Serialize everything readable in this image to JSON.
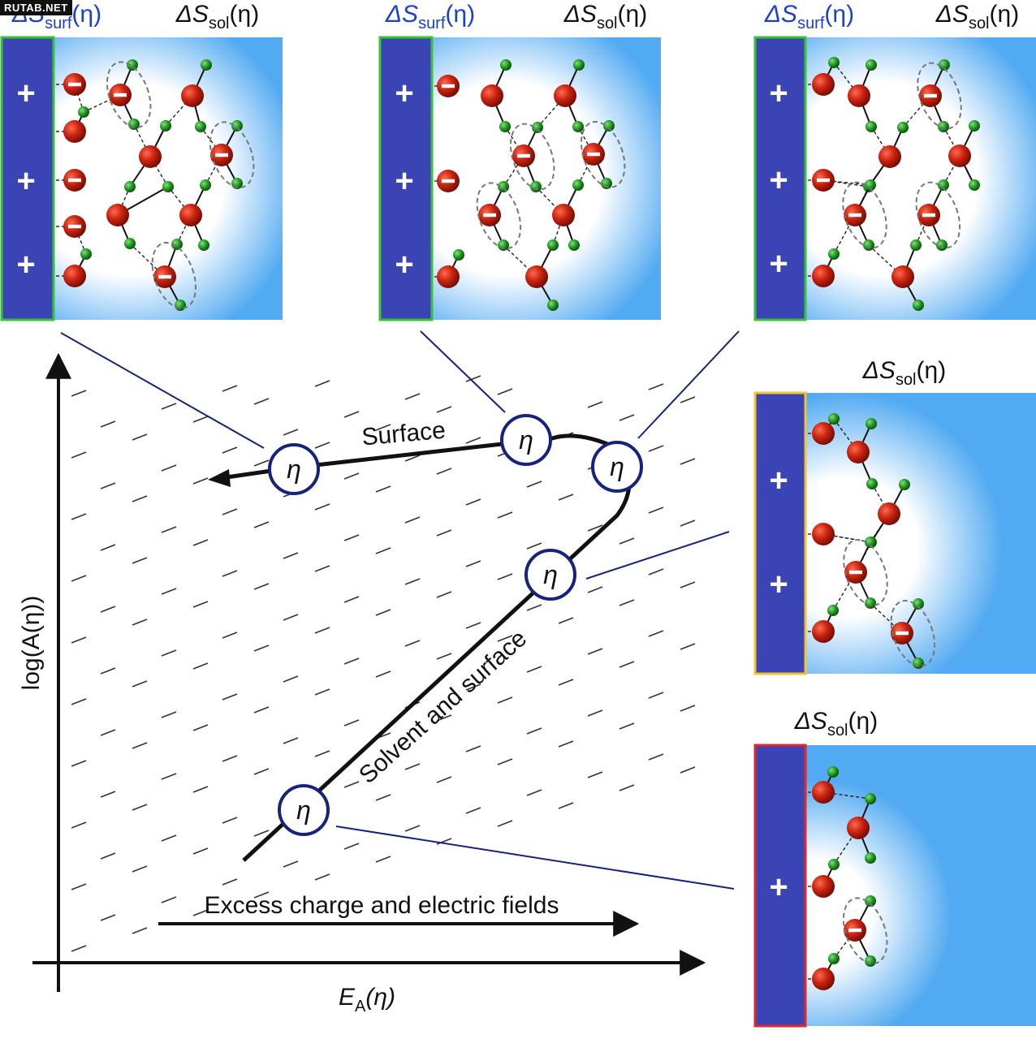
{
  "watermark": "RUTAB.NET",
  "colors": {
    "electrode": "#3b44b4",
    "solution": "#52aaf2",
    "oxygen": "#c0200f",
    "hydrogen": "#1f8f1f",
    "connector": "#16237a",
    "surf_label": "#1a40d0",
    "border_green": "#38c238",
    "border_yellow": "#f2c230",
    "border_red": "#e02828"
  },
  "symbols": {
    "delta_s": "ΔS",
    "surf_sub": "surf",
    "sol_sub": "sol",
    "eta_arg": "(η)",
    "eta": "η",
    "plus": "+",
    "minus": "−"
  },
  "axes": {
    "y_label": "log(A(η))",
    "x_label_main": "E",
    "x_label_sub": "A",
    "x_label_tail": "(η)"
  },
  "curve_labels": {
    "surface": "Surface",
    "solvent_and_surface": "Solvent and surface",
    "excess_charge": "Excess charge and electric fields"
  },
  "panels": [
    {
      "id": "top-left",
      "labels": [
        "surf",
        "sol"
      ],
      "border": "green"
    },
    {
      "id": "top-middle",
      "labels": [
        "surf",
        "sol"
      ],
      "border": "green"
    },
    {
      "id": "top-right",
      "labels": [
        "surf",
        "sol"
      ],
      "border": "green"
    },
    {
      "id": "mid-right",
      "labels": [
        "sol"
      ],
      "border": "yellow"
    },
    {
      "id": "bottom-right",
      "labels": [
        "sol"
      ],
      "border": "red"
    }
  ]
}
